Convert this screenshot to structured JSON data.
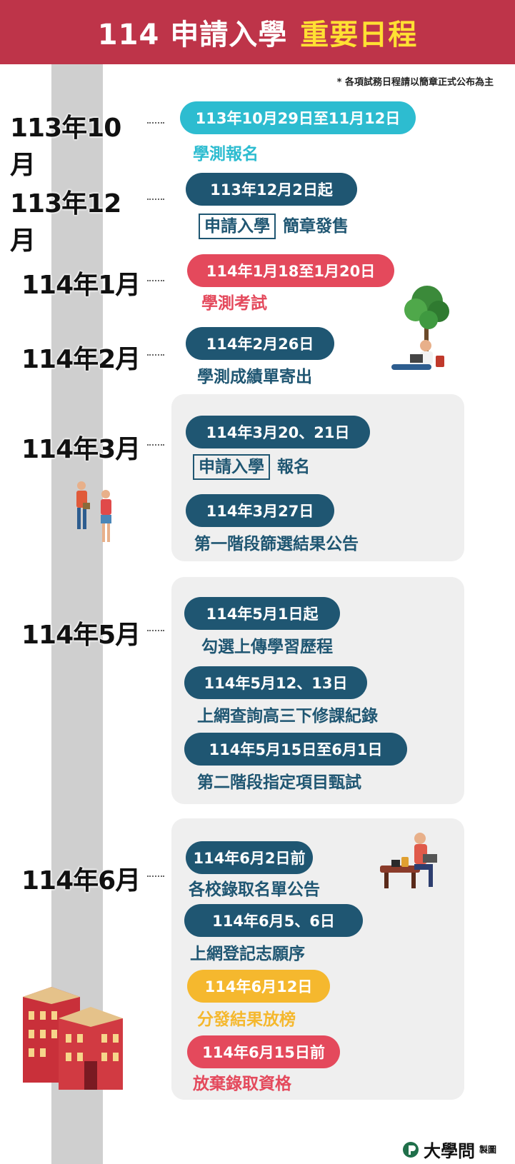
{
  "header": {
    "title_main": "114 申請入學",
    "title_highlight": "重要日程"
  },
  "note": "* 各項試務日程請以簡章正式公布為主",
  "colors": {
    "header_bg": "#be3449",
    "highlight": "#ffe033",
    "navy": "#1f5672",
    "cyan": "#2dbcd0",
    "red": "#e4495c",
    "yellow": "#f5b82e"
  },
  "timeline": [
    {
      "month": "113年10月",
      "events": [
        {
          "date": "113年10月29日至11月12日",
          "color": "cyan",
          "label_prefix": "",
          "label": "學測報名",
          "label_color": "cyan"
        }
      ]
    },
    {
      "month": "113年12月",
      "events": [
        {
          "date": "113年12月2日起",
          "color": "navy",
          "label_prefix": "申請入學",
          "label": "簡章發售",
          "label_color": "navy"
        }
      ]
    },
    {
      "month": "114年1月",
      "events": [
        {
          "date": "114年1月18至1月20日",
          "color": "red",
          "label_prefix": "",
          "label": "學測考試",
          "label_color": "red"
        }
      ]
    },
    {
      "month": "114年2月",
      "events": [
        {
          "date": "114年2月26日",
          "color": "navy",
          "label_prefix": "",
          "label": "學測成績單寄出",
          "label_color": "navy"
        }
      ]
    },
    {
      "month": "114年3月",
      "events": [
        {
          "date": "114年3月20、21日",
          "color": "navy",
          "label_prefix": "申請入學",
          "label": "報名",
          "label_color": "navy"
        },
        {
          "date": "114年3月27日",
          "color": "navy",
          "label_prefix": "",
          "label": "第一階段篩選結果公告",
          "label_color": "navy"
        }
      ]
    },
    {
      "month": "114年5月",
      "events": [
        {
          "date": "114年5月1日起",
          "color": "navy",
          "label_prefix": "",
          "label": "勾選上傳學習歷程",
          "label_color": "navy"
        },
        {
          "date": "114年5月12、13日",
          "color": "navy",
          "label_prefix": "",
          "label": "上網查詢高三下修課紀錄",
          "label_color": "navy"
        },
        {
          "date": "114年5月15日至6月1日",
          "color": "navy",
          "label_prefix": "",
          "label": "第二階段指定項目甄試",
          "label_color": "navy"
        }
      ]
    },
    {
      "month": "114年6月",
      "events": [
        {
          "date": "114年6月2日前",
          "color": "navy",
          "label_prefix": "",
          "label": "各校錄取名單公告",
          "label_color": "navy"
        },
        {
          "date": "114年6月5、6日",
          "color": "navy",
          "label_prefix": "",
          "label": "上網登記志願序",
          "label_color": "navy"
        },
        {
          "date": "114年6月12日",
          "color": "yellow",
          "label_prefix": "",
          "label": "分發結果放榜",
          "label_color": "yellow"
        },
        {
          "date": "114年6月15日前",
          "color": "red",
          "label_prefix": "",
          "label": "放棄錄取資格",
          "label_color": "red"
        }
      ]
    }
  ],
  "credit": {
    "brand": "大學問",
    "made": "製圖"
  }
}
